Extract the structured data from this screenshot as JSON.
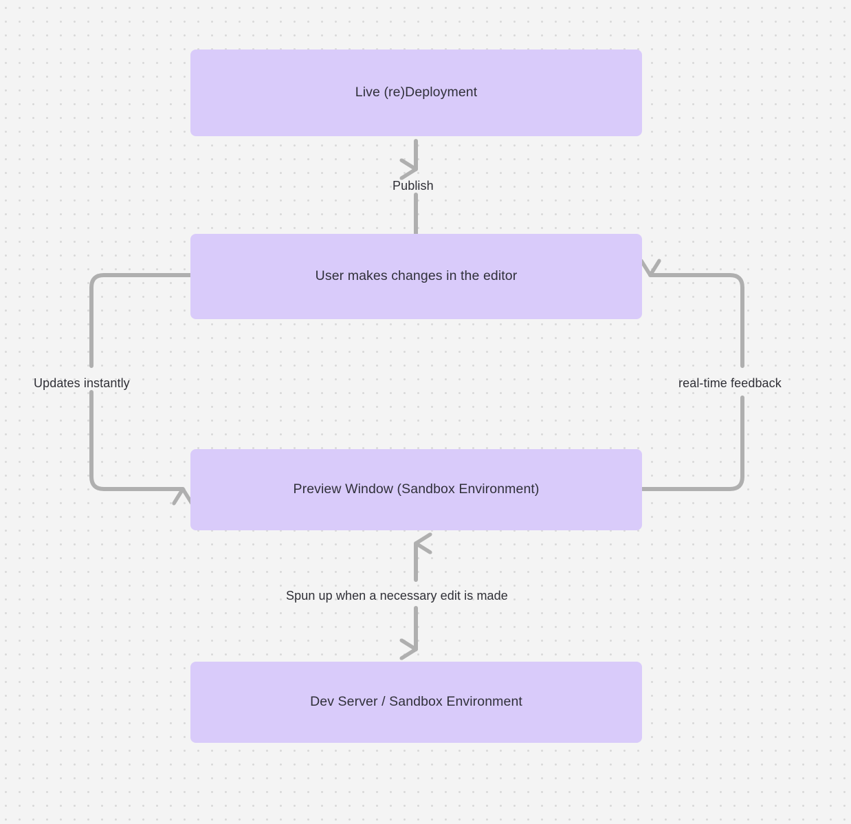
{
  "diagram": {
    "type": "flowchart",
    "background_color": "#f4f4f4",
    "grid": "dot-grid",
    "node_fill": "#d9cbfa",
    "node_text_color": "#30303a",
    "edge_color": "#afafaf",
    "nodes": [
      {
        "id": "live-deployment",
        "label": "Live (re)Deployment"
      },
      {
        "id": "user-edits",
        "label": "User makes changes in the editor"
      },
      {
        "id": "preview-window",
        "label": "Preview Window (Sandbox Environment)"
      },
      {
        "id": "dev-server",
        "label": "Dev Server / Sandbox Environment"
      }
    ],
    "edges": [
      {
        "id": "publish",
        "from": "user-edits",
        "to": "live-deployment",
        "label": "Publish",
        "direction": "up"
      },
      {
        "id": "updates",
        "from": "user-edits",
        "to": "preview-window",
        "label": "Updates instantly",
        "direction": "left-loop"
      },
      {
        "id": "feedback",
        "from": "preview-window",
        "to": "user-edits",
        "label": "real-time feedback",
        "direction": "right-loop"
      },
      {
        "id": "spun-up",
        "from": "preview-window",
        "to": "dev-server",
        "label": "Spun up when a necessary edit is made",
        "direction": "bidirectional"
      }
    ]
  }
}
